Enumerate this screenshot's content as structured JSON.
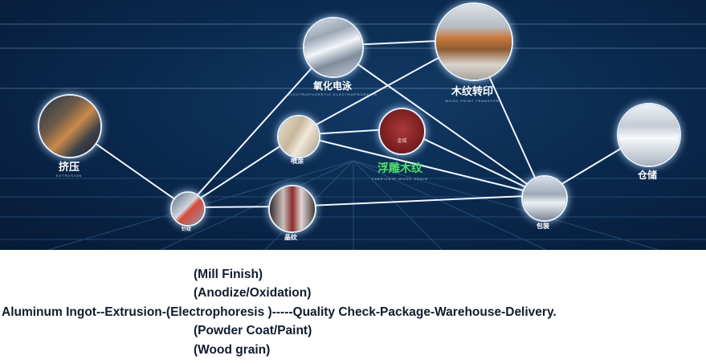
{
  "nodes": [
    {
      "id": "extrusion",
      "label": "挤压",
      "sublabel": "EXTRUSION"
    },
    {
      "id": "electrophoresis",
      "label": "氧化电泳",
      "sublabel": "ELECTROPHORETIC ELECTROPHORESIS"
    },
    {
      "id": "wood-transfer",
      "label": "木纹转印",
      "sublabel": "WOOD PRINT TRANSFER"
    },
    {
      "id": "spraying",
      "label": "喷涂",
      "sublabel": ""
    },
    {
      "id": "carving",
      "label": "浮雕木纹",
      "sublabel": "FABRICATE WOOD GRAIN",
      "badge": "金城"
    },
    {
      "id": "fabrication",
      "label": "晶纹",
      "sublabel": ""
    },
    {
      "id": "cutting",
      "label": "包装",
      "sublabel": ""
    },
    {
      "id": "small-left",
      "label": "针纹",
      "sublabel": ""
    },
    {
      "id": "warehouse",
      "label": "仓储",
      "sublabel": ""
    }
  ],
  "flow": {
    "options": [
      "(Mill Finish)",
      "(Anodize/Oxidation)",
      "(Powder Coat/Paint)",
      "(Wood grain)"
    ],
    "prefix": "Aluminum Ingot--Extrusion-",
    "middle": "(Electrophoresis )",
    "suffix": "-----Quality Check-Package-Warehouse-Delivery."
  }
}
